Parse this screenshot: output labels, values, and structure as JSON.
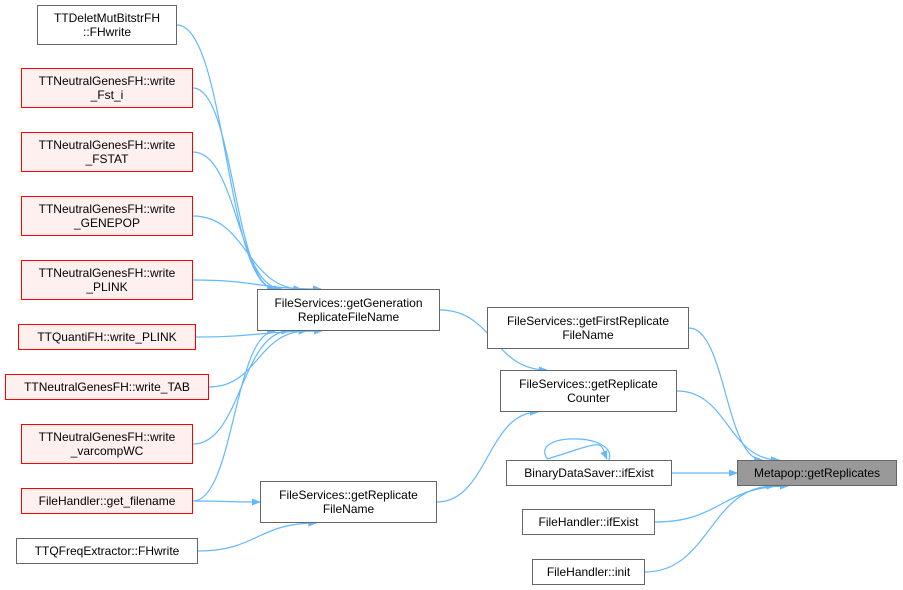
{
  "colors": {
    "edge": "#63b8ff",
    "node_border": "#666666",
    "truncated_border": "#ff0000",
    "truncated_fill": "#fff0f0",
    "focus_fill": "#999999"
  },
  "nodes": {
    "ttdelet": {
      "lines": [
        "TTDeletMutBitstrFH",
        "::FHwrite"
      ],
      "style": "normal"
    },
    "fst_i": {
      "lines": [
        "TTNeutralGenesFH::write",
        "_Fst_i"
      ],
      "style": "truncated"
    },
    "fstat": {
      "lines": [
        "TTNeutralGenesFH::write",
        "_FSTAT"
      ],
      "style": "truncated"
    },
    "genepop": {
      "lines": [
        "TTNeutralGenesFH::write",
        "_GENEPOP"
      ],
      "style": "truncated"
    },
    "plink": {
      "lines": [
        "TTNeutralGenesFH::write",
        "_PLINK"
      ],
      "style": "truncated"
    },
    "quanti_plink": {
      "lines": [
        "TTQuantiFH::write_PLINK"
      ],
      "style": "truncated"
    },
    "tab": {
      "lines": [
        "TTNeutralGenesFH::write_TAB"
      ],
      "style": "truncated"
    },
    "varcomp": {
      "lines": [
        "TTNeutralGenesFH::write",
        "_varcompWC"
      ],
      "style": "truncated"
    },
    "get_filename": {
      "lines": [
        "FileHandler::get_filename"
      ],
      "style": "truncated"
    },
    "tqfreq": {
      "lines": [
        "TTQFreqExtractor::FHwrite"
      ],
      "style": "normal"
    },
    "getgen": {
      "lines": [
        "FileServices::getGeneration",
        "ReplicateFileName"
      ],
      "style": "normal"
    },
    "getrepfile": {
      "lines": [
        "FileServices::getReplicate",
        "FileName"
      ],
      "style": "normal"
    },
    "getfirst": {
      "lines": [
        "FileServices::getFirstReplicate",
        "FileName"
      ],
      "style": "normal"
    },
    "getcounter": {
      "lines": [
        "FileServices::getReplicate",
        "Counter"
      ],
      "style": "normal"
    },
    "binary": {
      "lines": [
        "BinaryDataSaver::ifExist"
      ],
      "style": "normal"
    },
    "fh_ifexist": {
      "lines": [
        "FileHandler::ifExist"
      ],
      "style": "normal"
    },
    "fh_init": {
      "lines": [
        "FileHandler::init"
      ],
      "style": "normal"
    },
    "metapop": {
      "lines": [
        "Metapop::getReplicates"
      ],
      "style": "focus"
    }
  },
  "edges": [
    [
      "ttdelet",
      "getgen"
    ],
    [
      "fst_i",
      "getgen"
    ],
    [
      "fstat",
      "getgen"
    ],
    [
      "genepop",
      "getgen"
    ],
    [
      "plink",
      "getgen"
    ],
    [
      "quanti_plink",
      "getgen"
    ],
    [
      "tab",
      "getgen"
    ],
    [
      "varcomp",
      "getgen"
    ],
    [
      "get_filename",
      "getgen"
    ],
    [
      "get_filename",
      "getrepfile"
    ],
    [
      "tqfreq",
      "getrepfile"
    ],
    [
      "getgen",
      "getcounter"
    ],
    [
      "getrepfile",
      "getcounter"
    ],
    [
      "getfirst",
      "metapop"
    ],
    [
      "getcounter",
      "metapop"
    ],
    [
      "binary",
      "binary"
    ],
    [
      "binary",
      "metapop"
    ],
    [
      "fh_ifexist",
      "metapop"
    ],
    [
      "fh_init",
      "metapop"
    ]
  ]
}
